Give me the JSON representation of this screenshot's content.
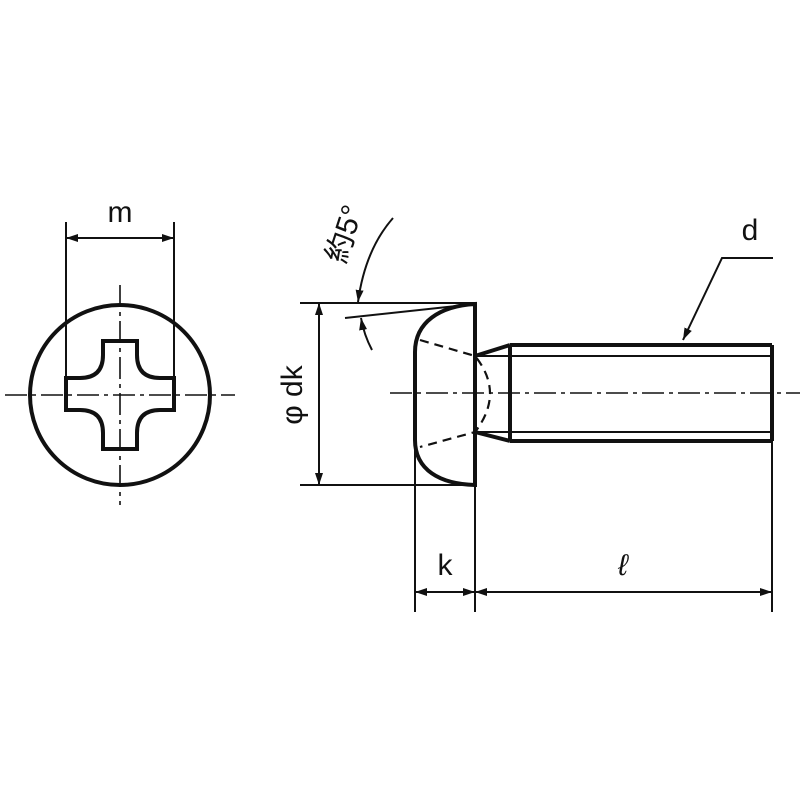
{
  "title": "Pan head Phillips screw drawing",
  "labels": {
    "m": "m",
    "dk": "φ dk",
    "angle": "約5°",
    "d": "d",
    "k": "k",
    "l": "ℓ"
  },
  "colors": {
    "line": "#111111",
    "background": "#ffffff"
  }
}
